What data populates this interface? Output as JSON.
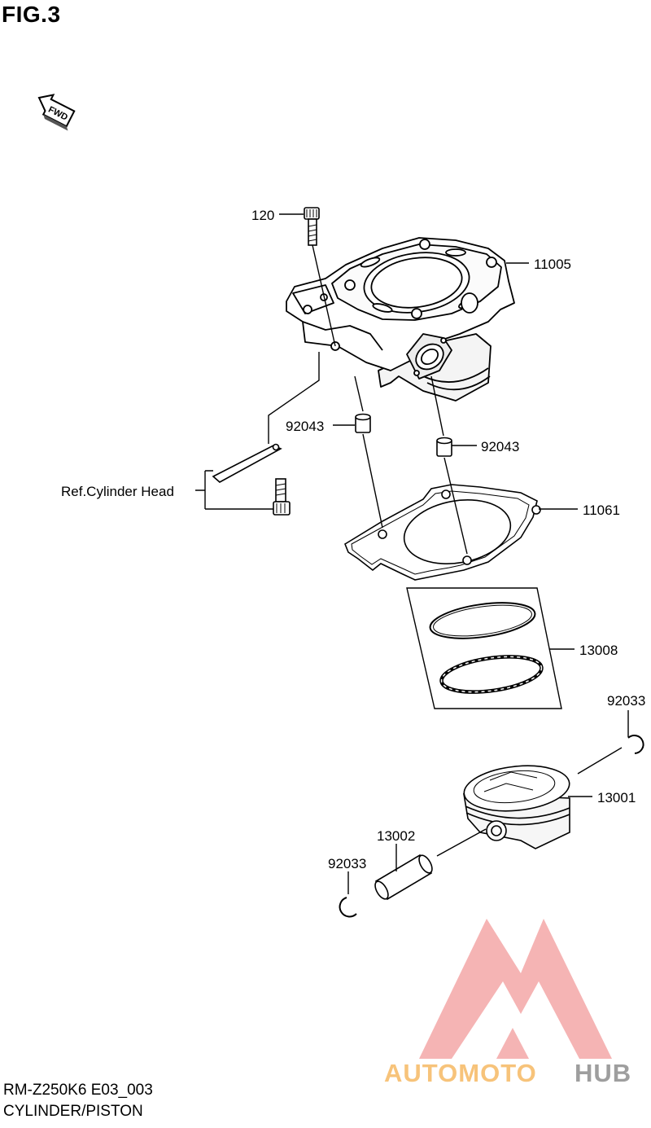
{
  "figure": {
    "title": "FIG.3"
  },
  "fwd_label": "FWD",
  "callouts": {
    "bolt": "120",
    "cylinder": "11005",
    "dowel_left": "92043",
    "dowel_right": "92043",
    "ref_head": "Ref.Cylinder Head",
    "gasket": "11061",
    "rings": "13008",
    "clip_right": "92033",
    "piston": "13001",
    "pin": "13002",
    "clip_left": "92033"
  },
  "footer": {
    "code": "RM-Z250K6 E03_003",
    "name": "CYLINDER/PISTON"
  },
  "watermark": {
    "text_a": "AUTOMOTO",
    "text_b": "HUB"
  },
  "colors": {
    "line": "#000000",
    "logo_red": "#f0a0a0",
    "logo_orange": "#f7c37a",
    "logo_pink": "#f2a6a6",
    "logo_gray": "#9e9e9e"
  }
}
